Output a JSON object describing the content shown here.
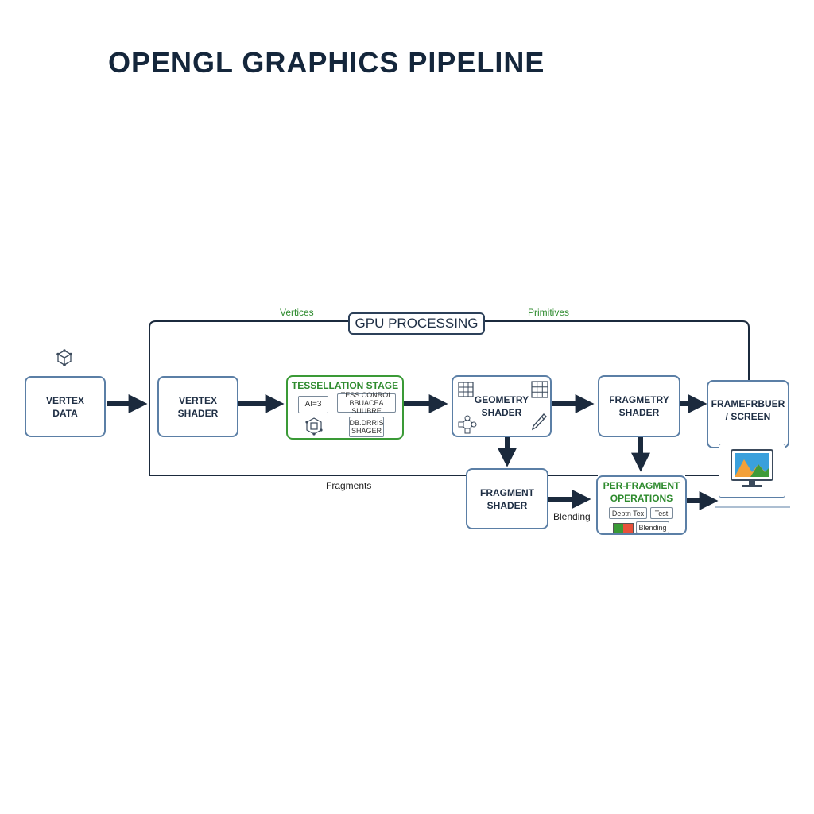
{
  "title": "OPENGL GRAPHICS PIPELINE",
  "gpu_label": "GPU PROCESSING",
  "flow_labels": {
    "vertices": "Vertices",
    "primitives": "Primitives",
    "fragments": "Fragments",
    "blending": "Blending"
  },
  "nodes": {
    "vertex_data": {
      "line1": "VERTEX",
      "line2": "DATA"
    },
    "vertex_shader": {
      "line1": "VERTEX",
      "line2": "SHADER"
    },
    "tessellation": {
      "title": "TESSELLATION STAGE",
      "mini1": "AI=3",
      "mini2_line1": "TESS CONROL",
      "mini2_line2": "BBUACEA SUUBRE",
      "mini3_line1": "DB.DRRIS",
      "mini3_line2": "SHAGER"
    },
    "geometry_shader": {
      "line1": "GEOMETRY",
      "line2": "SHADER"
    },
    "fragmetry_shader": {
      "line1": "FRAGMETRY",
      "line2": "SHADER"
    },
    "framebuffer": {
      "line1": "FRAMEFRBUER",
      "line2": "/ SCREEN"
    },
    "fragment_shader": {
      "line1": "FRAGMENT",
      "line2": "SHADER"
    },
    "per_fragment": {
      "line1": "PER-FRAGMENT",
      "line2": "OPERATIONS",
      "depth": "Deptn Tex",
      "test": "Test",
      "blending": "Blending"
    }
  },
  "icons": [
    "cube-icon",
    "bar-chart-icon",
    "grid-icon",
    "graph-nodes-icon",
    "pencil-icon",
    "triangle-icon",
    "monitor-icon"
  ],
  "colors": {
    "navy": "#1b2a3d",
    "blue_border": "#5b7fa6",
    "green": "#3a9a36",
    "red": "#e8503a",
    "landscape_blue": "#3aa0dc",
    "orange": "#f2a03a"
  }
}
